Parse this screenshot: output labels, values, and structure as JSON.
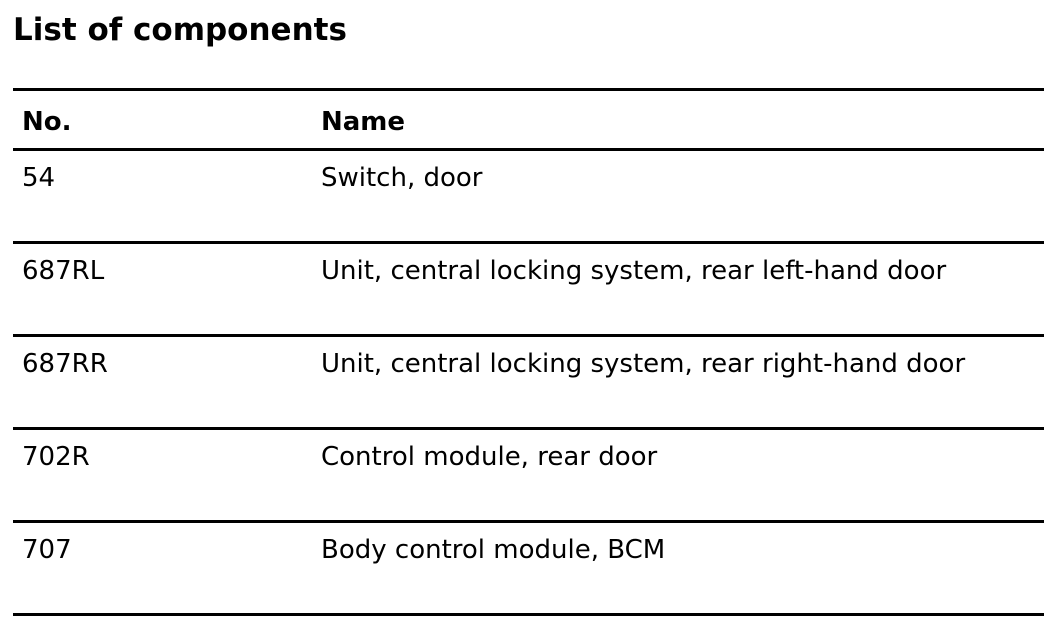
{
  "title": "List of components",
  "table": {
    "columns": [
      "No.",
      "Name"
    ],
    "rows": [
      {
        "no": "54",
        "name": "Switch, door"
      },
      {
        "no": "687RL",
        "name": "Unit, central locking system, rear left-hand door"
      },
      {
        "no": "687RR",
        "name": "Unit, central locking system, rear right-hand door"
      },
      {
        "no": "702R",
        "name": "Control module, rear door"
      },
      {
        "no": "707",
        "name": "Body control module, BCM"
      }
    ]
  }
}
